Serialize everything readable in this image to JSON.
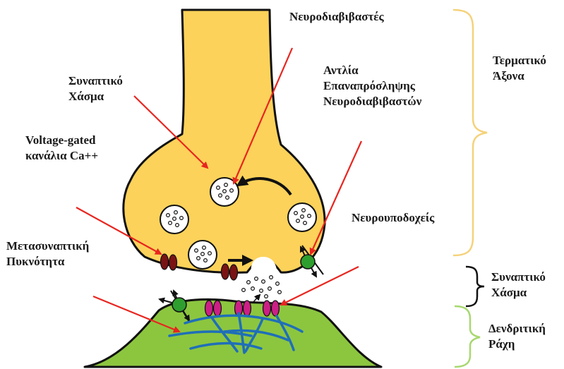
{
  "labels": {
    "neurotransmitters": "Νευροδιαβιβαστές",
    "synaptic_cleft_left": [
      "Συναπτικό",
      "Χάσμα"
    ],
    "reuptake_pump": [
      "Αντλία",
      "Επαναπρόσληψης",
      "Νευροδιαβιβαστών"
    ],
    "ca_channels": [
      "Voltage-gated",
      "κανάλια Ca++"
    ],
    "postsynaptic_density": [
      "Μετασυναπτική",
      "Πυκνότητα"
    ],
    "receptors": "Νευρουποδοχείς",
    "axon_terminal": [
      "Τερματικό",
      "Άξονα"
    ],
    "synaptic_cleft_right": [
      "Συναπτικό",
      "Χάσμα"
    ],
    "dendritic_spine": [
      "Δενδριτική",
      "Ράχη"
    ]
  },
  "colors": {
    "terminal_fill": "#fcd25a",
    "spine_fill": "#8cc63f",
    "arrow_red": "#e8251f",
    "bracket_yellow": "#f5d27a",
    "bracket_black": "#111111",
    "bracket_green": "#a8d870",
    "ca_channel": "#7a1414",
    "receptor_magenta": "#cc1f86",
    "pump_green": "#2e9e2e",
    "cytoskeleton_blue": "#1f6fb8"
  }
}
